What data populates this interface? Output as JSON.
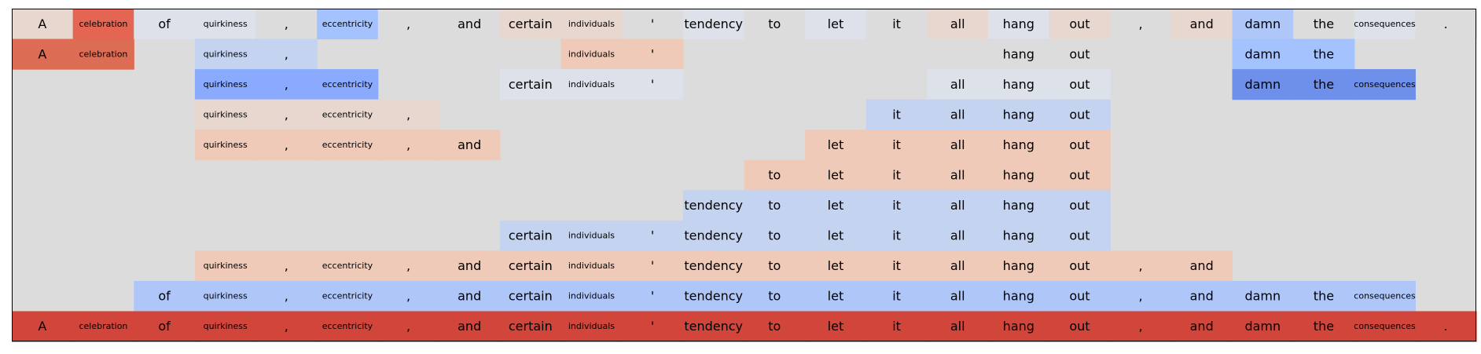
{
  "chart_data": {
    "type": "heatmap",
    "title": "",
    "xlabel": "",
    "ylabel": "",
    "grid": false,
    "legend": "none",
    "colors": {
      "background": "#dcdcdc",
      "lightest_red": "#e8d7cf",
      "light_red": "#efcab8",
      "mid_red": "#dd6c54",
      "red": "#e46652",
      "strong_red": "#d1453b",
      "light_blue": "#dde1ea",
      "blue_1": "#c4d3f0",
      "blue_2": "#aec6f8",
      "blue_3": "#a4c2fe",
      "blue_4": "#8aaafd",
      "blue_5": "#6e90eb",
      "border": "#000000"
    },
    "tokens": [
      "A",
      "celebration",
      "of",
      "quirkiness",
      ",",
      "eccentricity",
      ",",
      "and",
      "certain",
      "individuals",
      "'",
      "tendency",
      "to",
      "let",
      "it",
      "all",
      "hang",
      "out",
      ",",
      "and",
      "damn",
      "the",
      "consequences",
      "."
    ],
    "small_tokens": [
      1,
      3,
      5,
      9,
      22
    ],
    "rows": [
      {
        "cells": [
          {
            "i": 0,
            "c": "lightest_red"
          },
          {
            "i": 1,
            "c": "red"
          },
          {
            "i": 2,
            "c": "light_blue"
          },
          {
            "i": 3,
            "c": "light_blue"
          },
          {
            "i": 4,
            "c": "background"
          },
          {
            "i": 5,
            "c": "blue_3"
          },
          {
            "i": 6,
            "c": "background"
          },
          {
            "i": 7,
            "c": "background"
          },
          {
            "i": 8,
            "c": "lightest_red"
          },
          {
            "i": 9,
            "c": "lightest_red"
          },
          {
            "i": 10,
            "c": "background"
          },
          {
            "i": 11,
            "c": "light_blue"
          },
          {
            "i": 12,
            "c": "background"
          },
          {
            "i": 13,
            "c": "light_blue"
          },
          {
            "i": 14,
            "c": "background"
          },
          {
            "i": 15,
            "c": "lightest_red"
          },
          {
            "i": 16,
            "c": "light_blue"
          },
          {
            "i": 17,
            "c": "lightest_red"
          },
          {
            "i": 18,
            "c": "background"
          },
          {
            "i": 19,
            "c": "lightest_red"
          },
          {
            "i": 20,
            "c": "blue_2"
          },
          {
            "i": 21,
            "c": "background"
          },
          {
            "i": 22,
            "c": "light_blue"
          },
          {
            "i": 23,
            "c": "background"
          }
        ]
      },
      {
        "cells": [
          {
            "i": 0,
            "c": "mid_red"
          },
          {
            "i": 1,
            "c": "mid_red"
          },
          {
            "i": 3,
            "c": "blue_1"
          },
          {
            "i": 4,
            "c": "blue_1"
          },
          {
            "i": 9,
            "c": "light_red"
          },
          {
            "i": 10,
            "c": "light_red"
          },
          {
            "i": 16,
            "c": "background"
          },
          {
            "i": 17,
            "c": "background"
          },
          {
            "i": 20,
            "c": "blue_3"
          },
          {
            "i": 21,
            "c": "blue_3"
          }
        ]
      },
      {
        "cells": [
          {
            "i": 3,
            "c": "blue_4"
          },
          {
            "i": 4,
            "c": "blue_4"
          },
          {
            "i": 5,
            "c": "blue_4"
          },
          {
            "i": 8,
            "c": "light_blue"
          },
          {
            "i": 9,
            "c": "light_blue"
          },
          {
            "i": 10,
            "c": "light_blue"
          },
          {
            "i": 15,
            "c": "light_blue"
          },
          {
            "i": 16,
            "c": "light_blue"
          },
          {
            "i": 17,
            "c": "light_blue"
          },
          {
            "i": 20,
            "c": "blue_5"
          },
          {
            "i": 21,
            "c": "blue_5"
          },
          {
            "i": 22,
            "c": "blue_5"
          }
        ]
      },
      {
        "cells": [
          {
            "i": 3,
            "c": "lightest_red"
          },
          {
            "i": 4,
            "c": "lightest_red"
          },
          {
            "i": 5,
            "c": "lightest_red"
          },
          {
            "i": 6,
            "c": "lightest_red"
          },
          {
            "i": 14,
            "c": "blue_1"
          },
          {
            "i": 15,
            "c": "blue_1"
          },
          {
            "i": 16,
            "c": "blue_1"
          },
          {
            "i": 17,
            "c": "blue_1"
          }
        ]
      },
      {
        "cells": [
          {
            "i": 3,
            "c": "light_red"
          },
          {
            "i": 4,
            "c": "light_red"
          },
          {
            "i": 5,
            "c": "light_red"
          },
          {
            "i": 6,
            "c": "light_red"
          },
          {
            "i": 7,
            "c": "light_red"
          },
          {
            "i": 13,
            "c": "light_red"
          },
          {
            "i": 14,
            "c": "light_red"
          },
          {
            "i": 15,
            "c": "light_red"
          },
          {
            "i": 16,
            "c": "light_red"
          },
          {
            "i": 17,
            "c": "light_red"
          }
        ]
      },
      {
        "cells": [
          {
            "i": 12,
            "c": "light_red"
          },
          {
            "i": 13,
            "c": "light_red"
          },
          {
            "i": 14,
            "c": "light_red"
          },
          {
            "i": 15,
            "c": "light_red"
          },
          {
            "i": 16,
            "c": "light_red"
          },
          {
            "i": 17,
            "c": "light_red"
          }
        ]
      },
      {
        "cells": [
          {
            "i": 11,
            "c": "blue_1"
          },
          {
            "i": 12,
            "c": "blue_1"
          },
          {
            "i": 13,
            "c": "blue_1"
          },
          {
            "i": 14,
            "c": "blue_1"
          },
          {
            "i": 15,
            "c": "blue_1"
          },
          {
            "i": 16,
            "c": "blue_1"
          },
          {
            "i": 17,
            "c": "blue_1"
          }
        ]
      },
      {
        "cells": [
          {
            "i": 8,
            "c": "blue_1"
          },
          {
            "i": 9,
            "c": "blue_1"
          },
          {
            "i": 10,
            "c": "blue_1"
          },
          {
            "i": 11,
            "c": "blue_1"
          },
          {
            "i": 12,
            "c": "blue_1"
          },
          {
            "i": 13,
            "c": "blue_1"
          },
          {
            "i": 14,
            "c": "blue_1"
          },
          {
            "i": 15,
            "c": "blue_1"
          },
          {
            "i": 16,
            "c": "blue_1"
          },
          {
            "i": 17,
            "c": "blue_1"
          }
        ]
      },
      {
        "cells": [
          {
            "i": 3,
            "c": "light_red"
          },
          {
            "i": 4,
            "c": "light_red"
          },
          {
            "i": 5,
            "c": "light_red"
          },
          {
            "i": 6,
            "c": "light_red"
          },
          {
            "i": 7,
            "c": "light_red"
          },
          {
            "i": 8,
            "c": "light_red"
          },
          {
            "i": 9,
            "c": "light_red"
          },
          {
            "i": 10,
            "c": "light_red"
          },
          {
            "i": 11,
            "c": "light_red"
          },
          {
            "i": 12,
            "c": "light_red"
          },
          {
            "i": 13,
            "c": "light_red"
          },
          {
            "i": 14,
            "c": "light_red"
          },
          {
            "i": 15,
            "c": "light_red"
          },
          {
            "i": 16,
            "c": "light_red"
          },
          {
            "i": 17,
            "c": "light_red"
          },
          {
            "i": 18,
            "c": "light_red"
          },
          {
            "i": 19,
            "c": "light_red"
          }
        ]
      },
      {
        "cells": [
          {
            "i": 2,
            "c": "blue_2"
          },
          {
            "i": 3,
            "c": "blue_2"
          },
          {
            "i": 4,
            "c": "blue_2"
          },
          {
            "i": 5,
            "c": "blue_2"
          },
          {
            "i": 6,
            "c": "blue_2"
          },
          {
            "i": 7,
            "c": "blue_2"
          },
          {
            "i": 8,
            "c": "blue_2"
          },
          {
            "i": 9,
            "c": "blue_2"
          },
          {
            "i": 10,
            "c": "blue_2"
          },
          {
            "i": 11,
            "c": "blue_2"
          },
          {
            "i": 12,
            "c": "blue_2"
          },
          {
            "i": 13,
            "c": "blue_2"
          },
          {
            "i": 14,
            "c": "blue_2"
          },
          {
            "i": 15,
            "c": "blue_2"
          },
          {
            "i": 16,
            "c": "blue_2"
          },
          {
            "i": 17,
            "c": "blue_2"
          },
          {
            "i": 18,
            "c": "blue_2"
          },
          {
            "i": 19,
            "c": "blue_2"
          },
          {
            "i": 20,
            "c": "blue_2"
          },
          {
            "i": 21,
            "c": "blue_2"
          },
          {
            "i": 22,
            "c": "blue_2"
          }
        ]
      },
      {
        "cells": [
          {
            "i": 0,
            "c": "strong_red"
          },
          {
            "i": 1,
            "c": "strong_red"
          },
          {
            "i": 2,
            "c": "strong_red"
          },
          {
            "i": 3,
            "c": "strong_red"
          },
          {
            "i": 4,
            "c": "strong_red"
          },
          {
            "i": 5,
            "c": "strong_red"
          },
          {
            "i": 6,
            "c": "strong_red"
          },
          {
            "i": 7,
            "c": "strong_red"
          },
          {
            "i": 8,
            "c": "strong_red"
          },
          {
            "i": 9,
            "c": "strong_red"
          },
          {
            "i": 10,
            "c": "strong_red"
          },
          {
            "i": 11,
            "c": "strong_red"
          },
          {
            "i": 12,
            "c": "strong_red"
          },
          {
            "i": 13,
            "c": "strong_red"
          },
          {
            "i": 14,
            "c": "strong_red"
          },
          {
            "i": 15,
            "c": "strong_red"
          },
          {
            "i": 16,
            "c": "strong_red"
          },
          {
            "i": 17,
            "c": "strong_red"
          },
          {
            "i": 18,
            "c": "strong_red"
          },
          {
            "i": 19,
            "c": "strong_red"
          },
          {
            "i": 20,
            "c": "strong_red"
          },
          {
            "i": 21,
            "c": "strong_red"
          },
          {
            "i": 22,
            "c": "strong_red"
          },
          {
            "i": 23,
            "c": "strong_red"
          }
        ]
      }
    ]
  }
}
